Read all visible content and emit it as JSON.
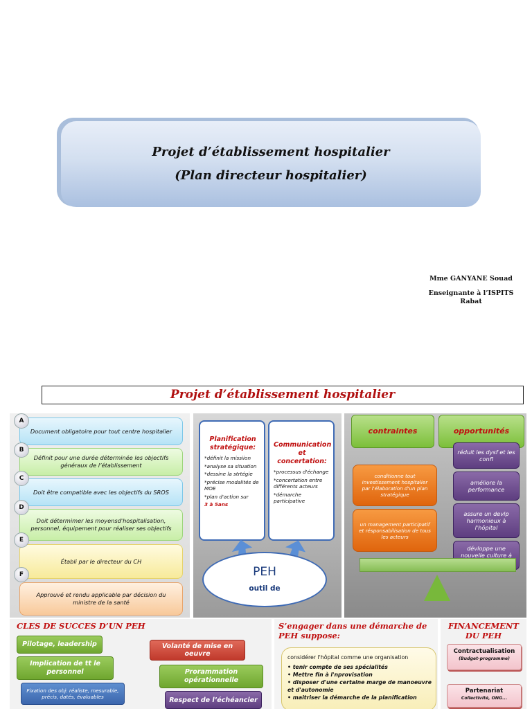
{
  "cover": {
    "title_line1": "Projet d’établissement hospitalier",
    "title_line2": "(Plan directeur hospitalier)",
    "author_name": "Mme GANYANE Souad",
    "author_role_line1": "Enseignante à l’ISPITS",
    "author_role_line2": "Rabat"
  },
  "slide": {
    "title": "Projet d’établissement hospitalier",
    "letters": [
      "A",
      "B",
      "C",
      "D",
      "E",
      "F"
    ],
    "items": [
      "Document obligatoire pour tout centre hospitalier",
      "Définit pour une durée déterminée les objectifs généraux de l’établissement",
      "Doit être compatible avec les objectifs du SROS",
      "Doit détermimer les moyensd'hospitalisation, personnel, équipement pour réaliser ses objectifs",
      "Établi par le directeur du CH",
      "Approuvé et rendu applicable par décision du ministre de la santé"
    ],
    "planning": {
      "heading": "Planification stratégique:",
      "points": [
        "*définit la missiion",
        "*analyse sa situation",
        "*dessine la strtégie",
        "*précise modalités de MOE",
        "*plan d'action sur"
      ],
      "highlight": "3 à 5ans"
    },
    "communication": {
      "heading": "Communication et concertation:",
      "points": [
        "*processus d'échange",
        "*concertation entre différents acteurs",
        "*démarche participative"
      ]
    },
    "peh": {
      "label": "PEH",
      "sub": "outil de"
    },
    "constraints": {
      "header": "contraintes",
      "items": [
        "conditionne tout investissement hospitalier par l'élaboration d'un plan stratégique",
        "un management participatif et résponsabilisation de tous les acteurs"
      ]
    },
    "opportunities": {
      "header": "opportunités",
      "items": [
        "réduit les dysf et les confl",
        "améliore la performance",
        "assure un devlp harmonieux à l'hôpital",
        "dévloppe une nouvelle culture à l'hôpital"
      ]
    }
  },
  "bottom": {
    "keys": {
      "title": "CLES DE SUCCES D’UN PEH",
      "green1": "Pilotage, leadership",
      "green2": "Implication de tt le personnel",
      "blue": "Fixation des obj: réaliste, mesurable, précis, datés, évaluables",
      "red": "Volanté de mise en oeuvre",
      "green3": "Prorammation opérationnelle",
      "purple": "Respect de l’échéancier"
    },
    "engage": {
      "title": "S’engager dans une démarche de PEH suppose:",
      "lead": "considérer l'hôpital comme une organisation",
      "bullets": [
        "• tenir compte de ses spécialités",
        "• Mettre fin à l'nprovisation",
        "• disposer d'une certaine marge de manoeuvre et d'autonomie",
        "• maitriser la démarche de la planification"
      ]
    },
    "finance": {
      "title": "FINANCEMENT DU PEH",
      "box1_a": "Contractualisation",
      "box1_b": "(Budget-programme)",
      "box2_a": "Partenariat",
      "box2_b": "Collectivité, ONG..."
    }
  }
}
